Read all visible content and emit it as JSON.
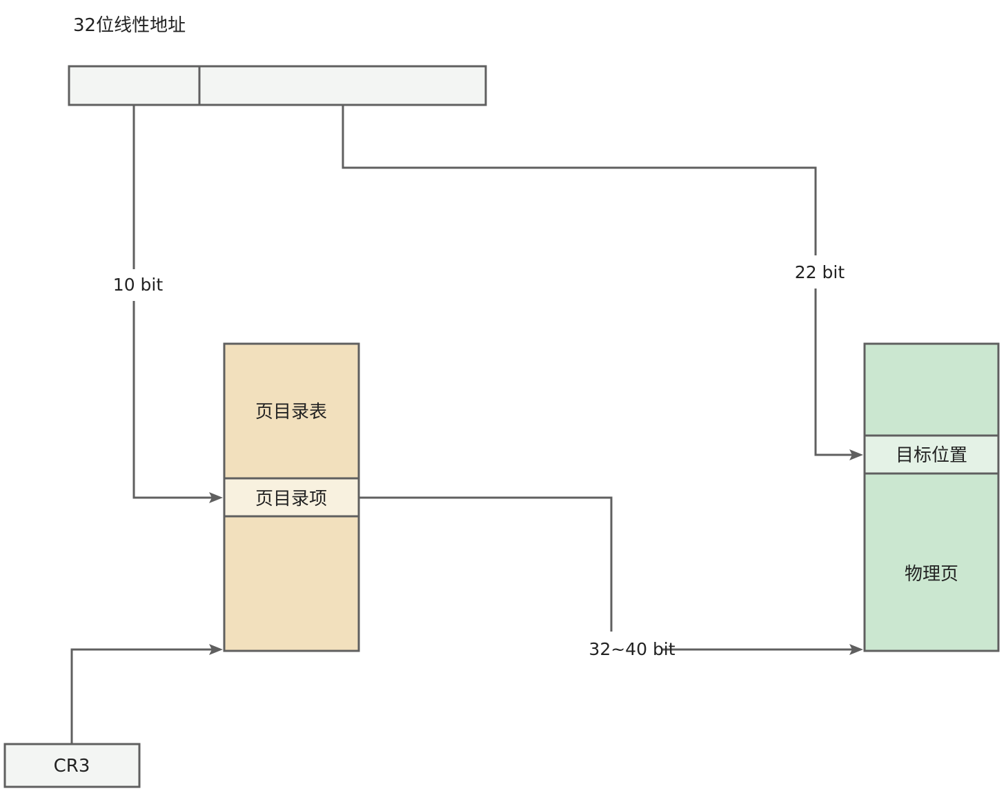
{
  "title": "32位线性地址",
  "nodes": {
    "linear_address_high": "",
    "linear_address_low": "",
    "page_directory_table": "页目录表",
    "page_directory_entry": "页目录项",
    "physical_page": "物理页",
    "target_position": "目标位置",
    "cr3": "CR3"
  },
  "edges": {
    "index_bits": "10 bit",
    "offset_bits": "22 bit",
    "physical_page_address_bits": "32~40 bit"
  },
  "colors": {
    "stroke": "#5f5f5f",
    "address_fill": "#f3f5f3",
    "directory_fill": "#f2e0bd",
    "directory_entry_fill": "#f8f1df",
    "physical_page_fill": "#cbe7d0",
    "target_fill": "#e4f2e6",
    "cr3_fill": "#f3f5f3"
  }
}
